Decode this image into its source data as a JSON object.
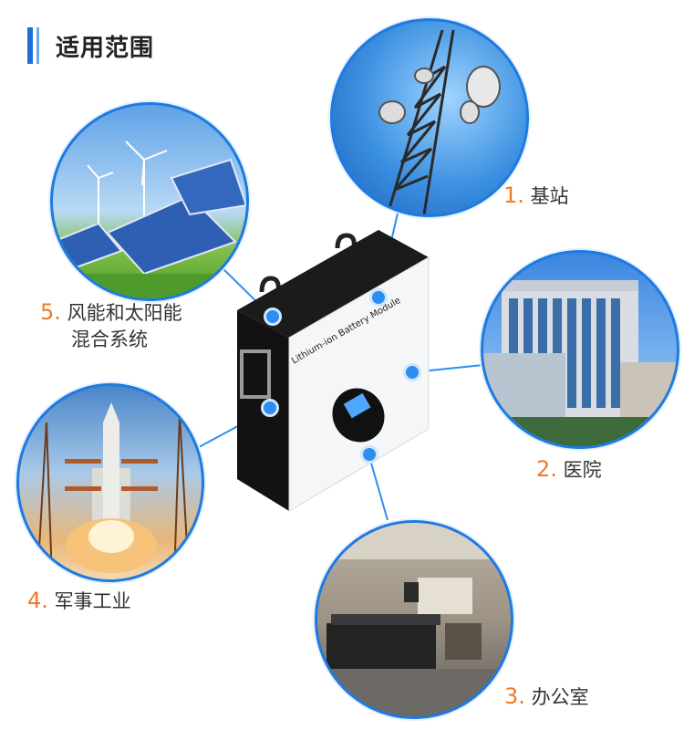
{
  "header": {
    "title": "适用范围"
  },
  "items": [
    {
      "num": "1.",
      "text": "基站"
    },
    {
      "num": "2.",
      "text": "医院"
    },
    {
      "num": "3.",
      "text": "办公室"
    },
    {
      "num": "4.",
      "text": "军事工业"
    },
    {
      "num": "5.",
      "text": "风能和太阳能",
      "text2": "混合系统"
    }
  ],
  "device": {
    "label": "Lithium-ion Battery Module"
  },
  "colors": {
    "accent": "#1e6fd8",
    "number": "#f07a25",
    "dot": "#2d8ef0"
  }
}
